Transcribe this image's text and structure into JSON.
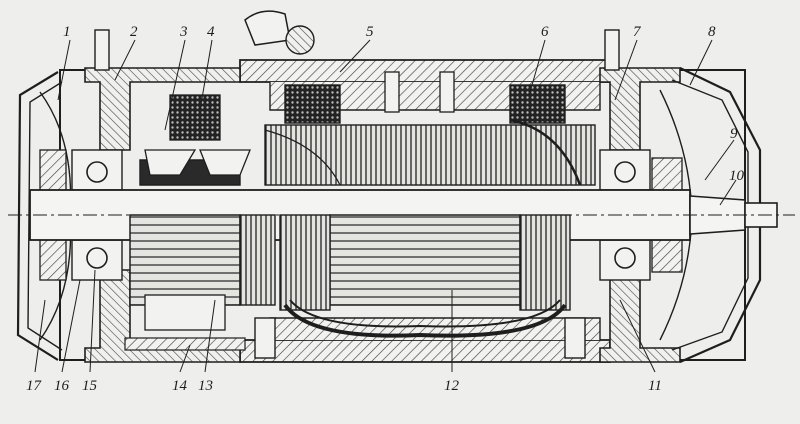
{
  "figure": {
    "caption": "",
    "callouts": [
      {
        "n": "1"
      },
      {
        "n": "2"
      },
      {
        "n": "3"
      },
      {
        "n": "4"
      },
      {
        "n": "5"
      },
      {
        "n": "6"
      },
      {
        "n": "7"
      },
      {
        "n": "8"
      },
      {
        "n": "9"
      },
      {
        "n": "10"
      },
      {
        "n": "11"
      },
      {
        "n": "12"
      },
      {
        "n": "13"
      },
      {
        "n": "14"
      },
      {
        "n": "15"
      },
      {
        "n": "16"
      },
      {
        "n": "17"
      }
    ]
  },
  "colors": {
    "paper": "#eeeeec",
    "ink": "#1e1e1e",
    "hatch": "#444444",
    "core": "#d8d8d4"
  }
}
